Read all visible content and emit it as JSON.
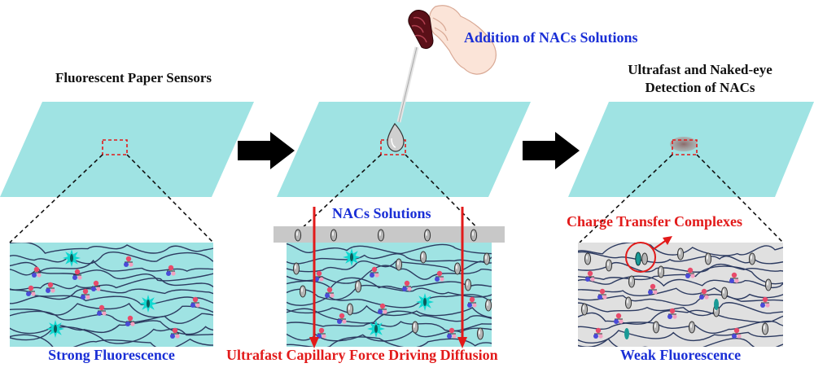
{
  "labels": {
    "sensors": "Fluorescent Paper Sensors",
    "addition": "Addition of NACs Solutions",
    "ultrafast_line1": "Ultrafast and Naked-eye",
    "ultrafast_line2": "Detection of NACs",
    "nacs_solutions": "NACs Solutions",
    "charge_transfer": "Charge Transfer Complexes",
    "strong": "Strong Fluorescence",
    "capillary": "Ultrafast Capillary Force Driving Diffusion",
    "weak": "Weak Fluorescence"
  },
  "colors": {
    "paper": "#9fe3e3",
    "fiber": "#2c3a60",
    "label_blue": "#1a2fd6",
    "label_red": "#e21a1a",
    "label_black": "#111111",
    "solution_band": "#c8c8c8",
    "quenched_bg": "#e0e0e0",
    "glow": "#10d8d0"
  }
}
